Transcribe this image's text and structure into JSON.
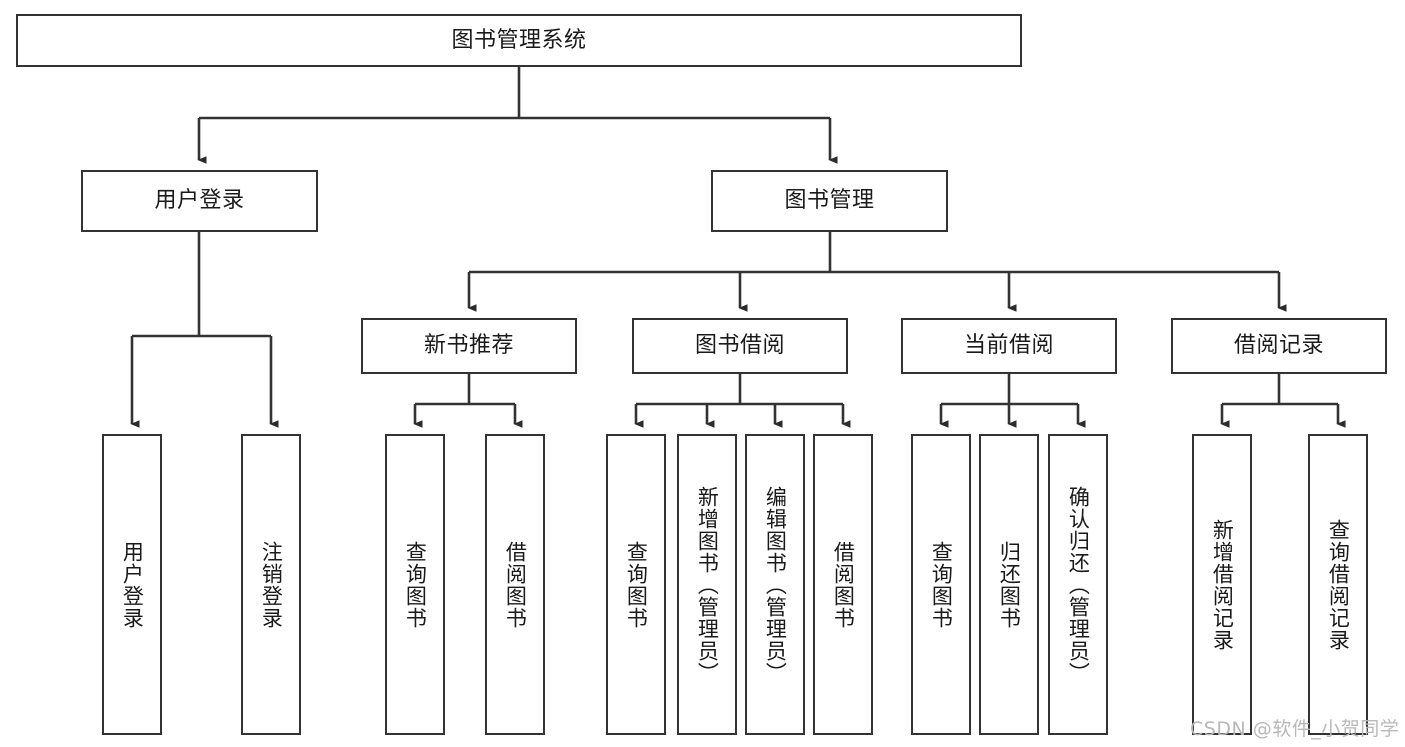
{
  "diagram": {
    "title": "图书管理系统",
    "type": "tree",
    "watermark": "CSDN @软件_小贺同学",
    "stroke_color": "#333333",
    "fill_color": "#ffffff",
    "text_color": "#1a1a1a",
    "root": {
      "label": "图书管理系统",
      "orientation": "horizontal"
    },
    "level2": [
      {
        "label": "用户登录",
        "orientation": "horizontal"
      },
      {
        "label": "图书管理",
        "orientation": "horizontal"
      }
    ],
    "level3": [
      {
        "label": "新书推荐",
        "orientation": "horizontal",
        "parent": "图书管理"
      },
      {
        "label": "图书借阅",
        "orientation": "horizontal",
        "parent": "图书管理"
      },
      {
        "label": "当前借阅",
        "orientation": "horizontal",
        "parent": "图书管理"
      },
      {
        "label": "借阅记录",
        "orientation": "horizontal",
        "parent": "图书管理"
      }
    ],
    "leaves": {
      "用户登录": [
        {
          "label": "用户登录",
          "orientation": "vertical"
        },
        {
          "label": "注销登录",
          "orientation": "vertical"
        }
      ],
      "新书推荐": [
        {
          "label": "查询图书",
          "orientation": "vertical"
        },
        {
          "label": "借阅图书",
          "orientation": "vertical"
        }
      ],
      "图书借阅": [
        {
          "label": "查询图书",
          "orientation": "vertical"
        },
        {
          "label": "新增图书（管理员）",
          "orientation": "vertical"
        },
        {
          "label": "编辑图书（管理员）",
          "orientation": "vertical"
        },
        {
          "label": "借阅图书",
          "orientation": "vertical"
        }
      ],
      "当前借阅": [
        {
          "label": "查询图书",
          "orientation": "vertical"
        },
        {
          "label": "归还图书",
          "orientation": "vertical"
        },
        {
          "label": "确认归还（管理员）",
          "orientation": "vertical"
        }
      ],
      "借阅记录": [
        {
          "label": "新增借阅记录",
          "orientation": "vertical"
        },
        {
          "label": "查询借阅记录",
          "orientation": "vertical"
        }
      ]
    }
  }
}
